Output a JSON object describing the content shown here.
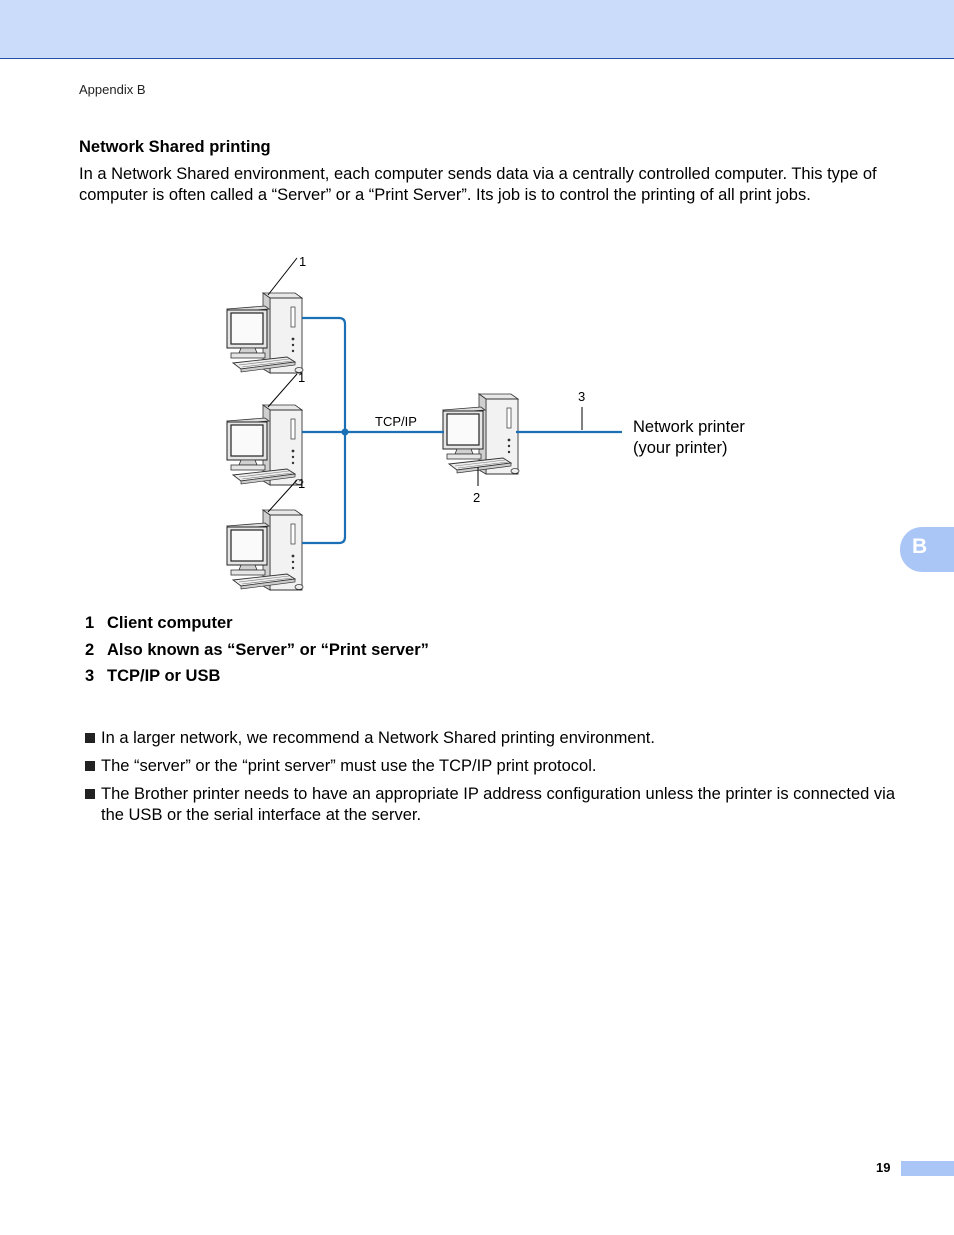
{
  "header": {
    "section_label": "Appendix B"
  },
  "section": {
    "title": "Network Shared printing",
    "intro": "In a Network Shared environment, each computer sends data via a centrally controlled computer. This type of computer is often called a “Server” or a “Print Server”. Its job is to control the printing of all print jobs."
  },
  "diagram": {
    "callout_client_1": "1",
    "callout_client_2": "1",
    "callout_client_3": "1",
    "callout_server": "2",
    "callout_connection": "3",
    "protocol_label": "TCP/IP",
    "printer_label_line1": "Network printer",
    "printer_label_line2": "(your printer)",
    "line_color": "#1a6fb5",
    "icon_names": [
      "computer-icon"
    ]
  },
  "legend": [
    {
      "num": "1",
      "text": "Client computer"
    },
    {
      "num": "2",
      "text": "Also known as “Server” or “Print server”"
    },
    {
      "num": "3",
      "text": "TCP/IP or USB"
    }
  ],
  "bullets": [
    "In a larger network, we recommend a Network Shared printing environment.",
    "The “server” or the “print server” must use the TCP/IP print protocol.",
    "The Brother printer needs to have an appropriate IP address configuration unless the printer is connected via the USB or the serial interface at the server."
  ],
  "side_tab": {
    "letter": "B"
  },
  "footer": {
    "page_number": "19"
  },
  "colors": {
    "header_band": "#cbdcfb",
    "accent_tab": "#a9c6f7"
  }
}
